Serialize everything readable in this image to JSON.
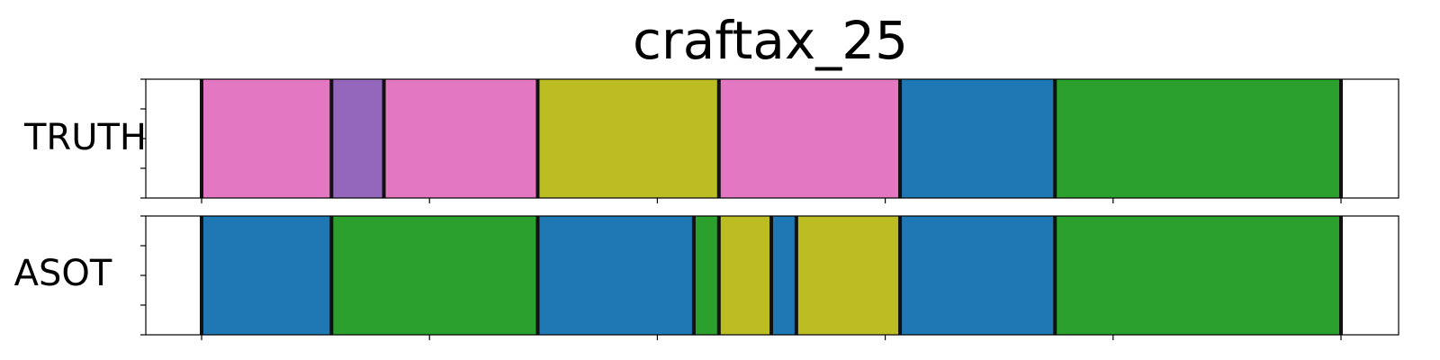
{
  "chart_data": {
    "type": "segmentation",
    "title": "craftax_25",
    "xlim": [
      0,
      1000
    ],
    "x_ticks": [
      0,
      200,
      400,
      600,
      800,
      1000
    ],
    "colors": {
      "pink": "#e377c2",
      "purple": "#9467bd",
      "olive": "#bcbd22",
      "blue": "#1f77b4",
      "green": "#2ca02c"
    },
    "rows": [
      {
        "label": "TRUTH",
        "segments": [
          {
            "start": 0,
            "end": 114,
            "color": "pink"
          },
          {
            "start": 114,
            "end": 160,
            "color": "purple"
          },
          {
            "start": 160,
            "end": 295,
            "color": "pink"
          },
          {
            "start": 295,
            "end": 454,
            "color": "olive"
          },
          {
            "start": 454,
            "end": 613,
            "color": "pink"
          },
          {
            "start": 613,
            "end": 749,
            "color": "blue"
          },
          {
            "start": 749,
            "end": 1000,
            "color": "green"
          }
        ]
      },
      {
        "label": "ASOT",
        "segments": [
          {
            "start": 0,
            "end": 114,
            "color": "blue"
          },
          {
            "start": 114,
            "end": 295,
            "color": "green"
          },
          {
            "start": 295,
            "end": 432,
            "color": "blue"
          },
          {
            "start": 432,
            "end": 454,
            "color": "green"
          },
          {
            "start": 454,
            "end": 500,
            "color": "olive"
          },
          {
            "start": 500,
            "end": 522,
            "color": "blue"
          },
          {
            "start": 522,
            "end": 613,
            "color": "olive"
          },
          {
            "start": 613,
            "end": 749,
            "color": "blue"
          },
          {
            "start": 749,
            "end": 1000,
            "color": "green"
          }
        ]
      }
    ]
  }
}
